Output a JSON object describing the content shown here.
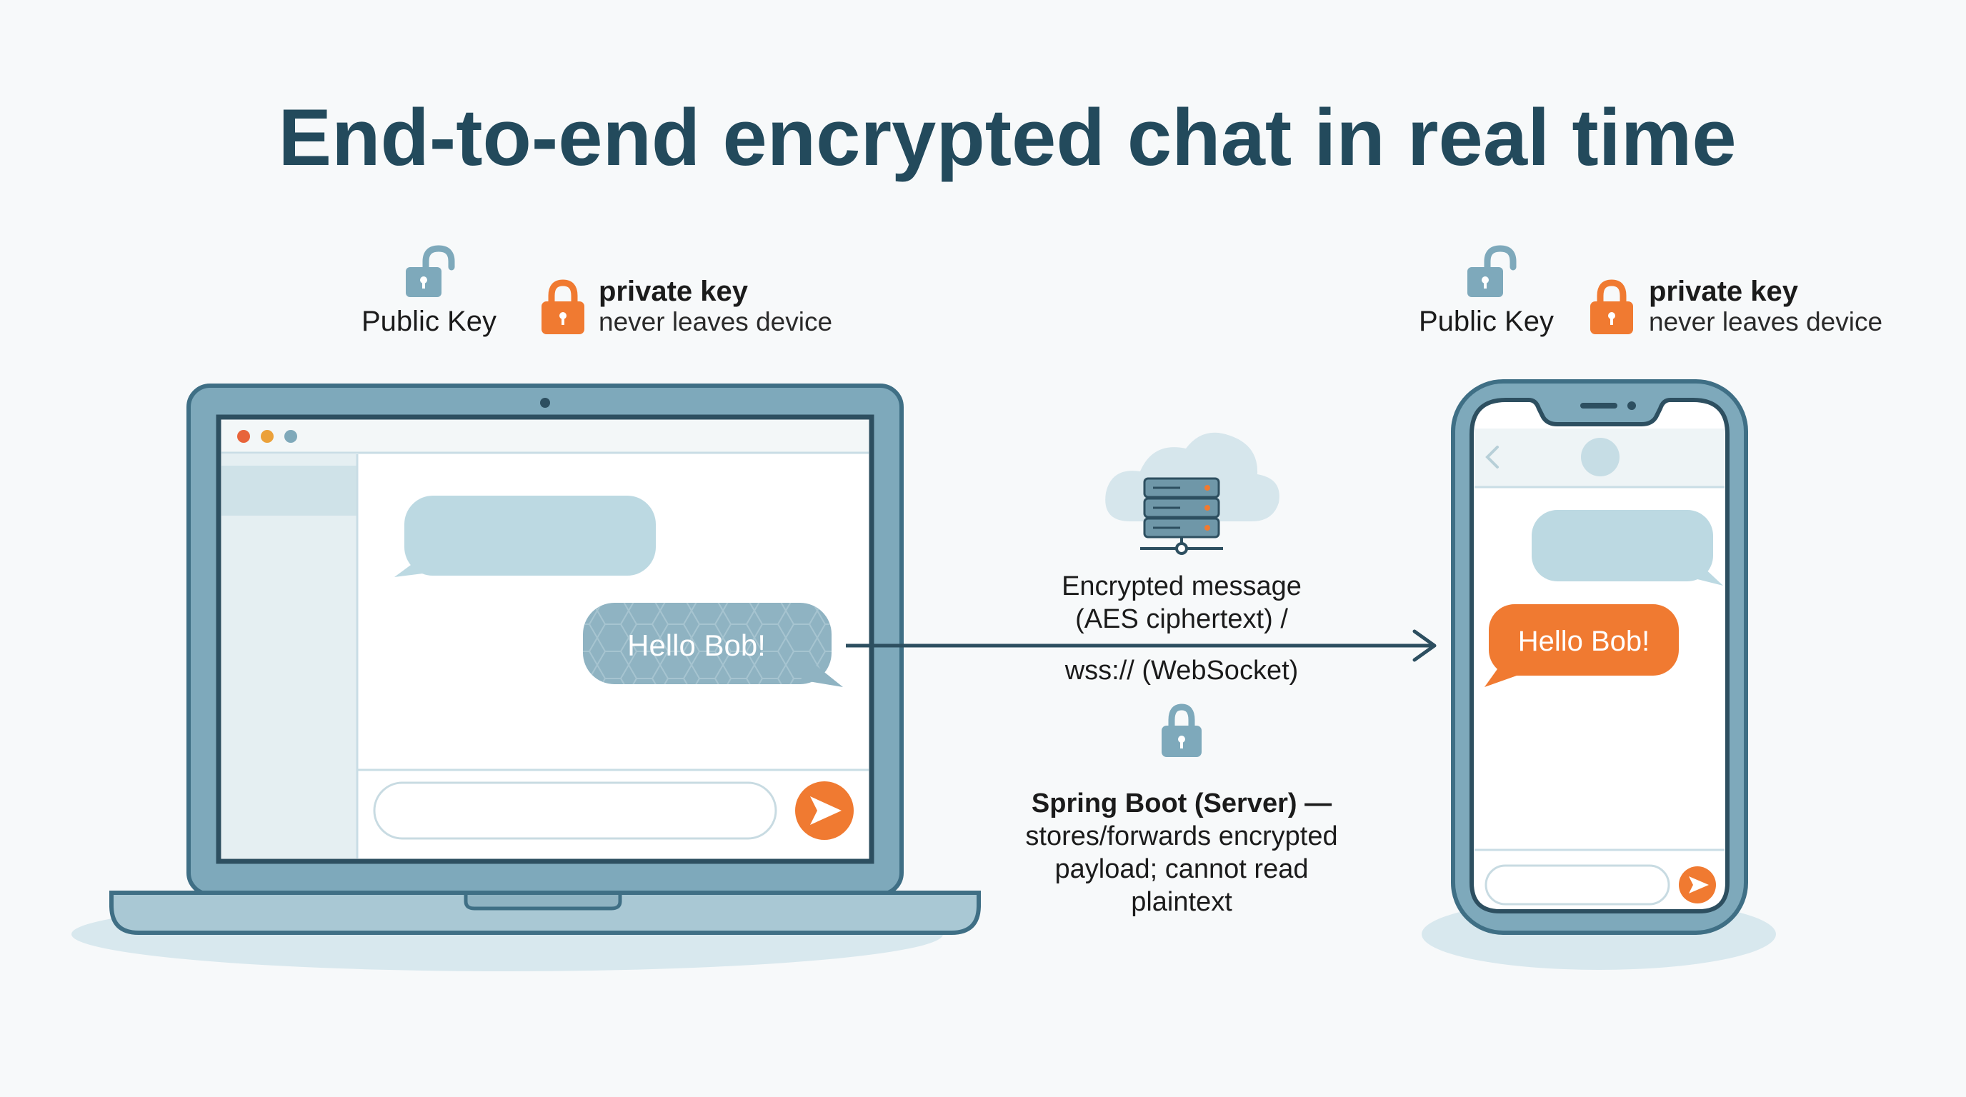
{
  "title": "End-to-end encrypted chat in real time",
  "left_device": {
    "public_key_label": "Public Key",
    "private_key_title": "private key",
    "private_key_sub": "never leaves device",
    "message": "Hello Bob!"
  },
  "right_device": {
    "public_key_label": "Public Key",
    "private_key_title": "private key",
    "private_key_sub": "never leaves device",
    "message": "Hello Bob!"
  },
  "transport": {
    "line1": "Encrypted message",
    "line2": "(AES ciphertext) /",
    "line3": "wss:// (WebSocket)"
  },
  "server": {
    "name": "Spring Boot (Server) —",
    "line2": "stores/forwards encrypted",
    "line3": "payload; cannot read",
    "line4": "plaintext"
  },
  "colors": {
    "title": "#234a5c",
    "device_frame": "#7ea9bb",
    "device_outline": "#3f6f85",
    "accent_orange": "#f07a31",
    "bubble_light": "#bcd9e2",
    "bubble_encrypted": "#8fb3c2"
  },
  "icons": [
    "open-padlock-icon",
    "closed-padlock-icon",
    "cloud-server-icon",
    "send-arrow-icon",
    "back-chevron-icon"
  ]
}
